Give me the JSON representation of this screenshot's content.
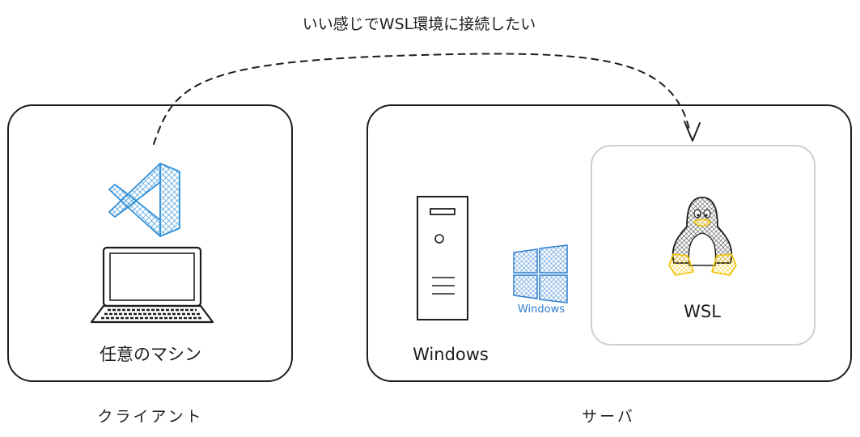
{
  "diagram": {
    "title": "いい感じでWSL環境に接続したい",
    "client": {
      "caption": "クライアント",
      "machine_label": "任意のマシン",
      "editor_icon": "vscode-icon",
      "machine_icon": "laptop-icon"
    },
    "server": {
      "caption": "サーバ",
      "host_label": "Windows",
      "os_logo_text": "Windows",
      "host_icon": "desktop-tower-icon",
      "os_icon": "windows-logo-icon",
      "wsl": {
        "label": "WSL",
        "icon": "tux-penguin-icon"
      }
    },
    "colors": {
      "stroke": "#1e1e1e",
      "vscode_blue": "#2f8fd8",
      "windows_blue": "#2f7fd1",
      "tux_yellow": "#f2c200",
      "wsl_box_border": "#cfcfcf"
    }
  }
}
